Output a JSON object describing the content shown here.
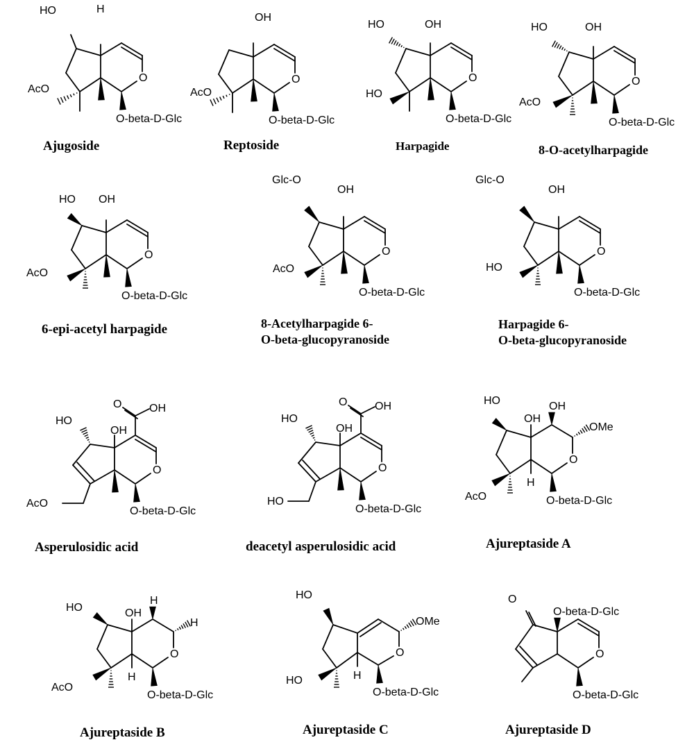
{
  "compounds": [
    {
      "name": "Ajugoside"
    },
    {
      "name": "Reptoside"
    },
    {
      "name": "Harpagide"
    },
    {
      "name": "8-O-acetylharpagide"
    },
    {
      "name": "6-epi-acetyl harpagide"
    },
    {
      "name_line1": "8-Acetylharpagide 6-",
      "name_line2": "O-beta-glucopyranoside"
    },
    {
      "name_line1": "Harpagide 6-",
      "name_line2": "O-beta-glucopyranoside"
    },
    {
      "name": "Asperulosidic acid"
    },
    {
      "name": "deacetyl asperulosidic acid"
    },
    {
      "name": "Ajureptaside A"
    },
    {
      "name": "Ajureptaside B"
    },
    {
      "name": "Ajureptaside C"
    },
    {
      "name": "Ajureptaside D"
    }
  ],
  "labels": {
    "OH": "OH",
    "HO": "HO",
    "H": "H",
    "AcO": "AcO",
    "O": "O",
    "glc": "O-beta-D-Glc",
    "glc_o": "Glc-O",
    "ome": "OMe",
    "aco_ch2": "AcO",
    "cooh_oh": "OH"
  }
}
